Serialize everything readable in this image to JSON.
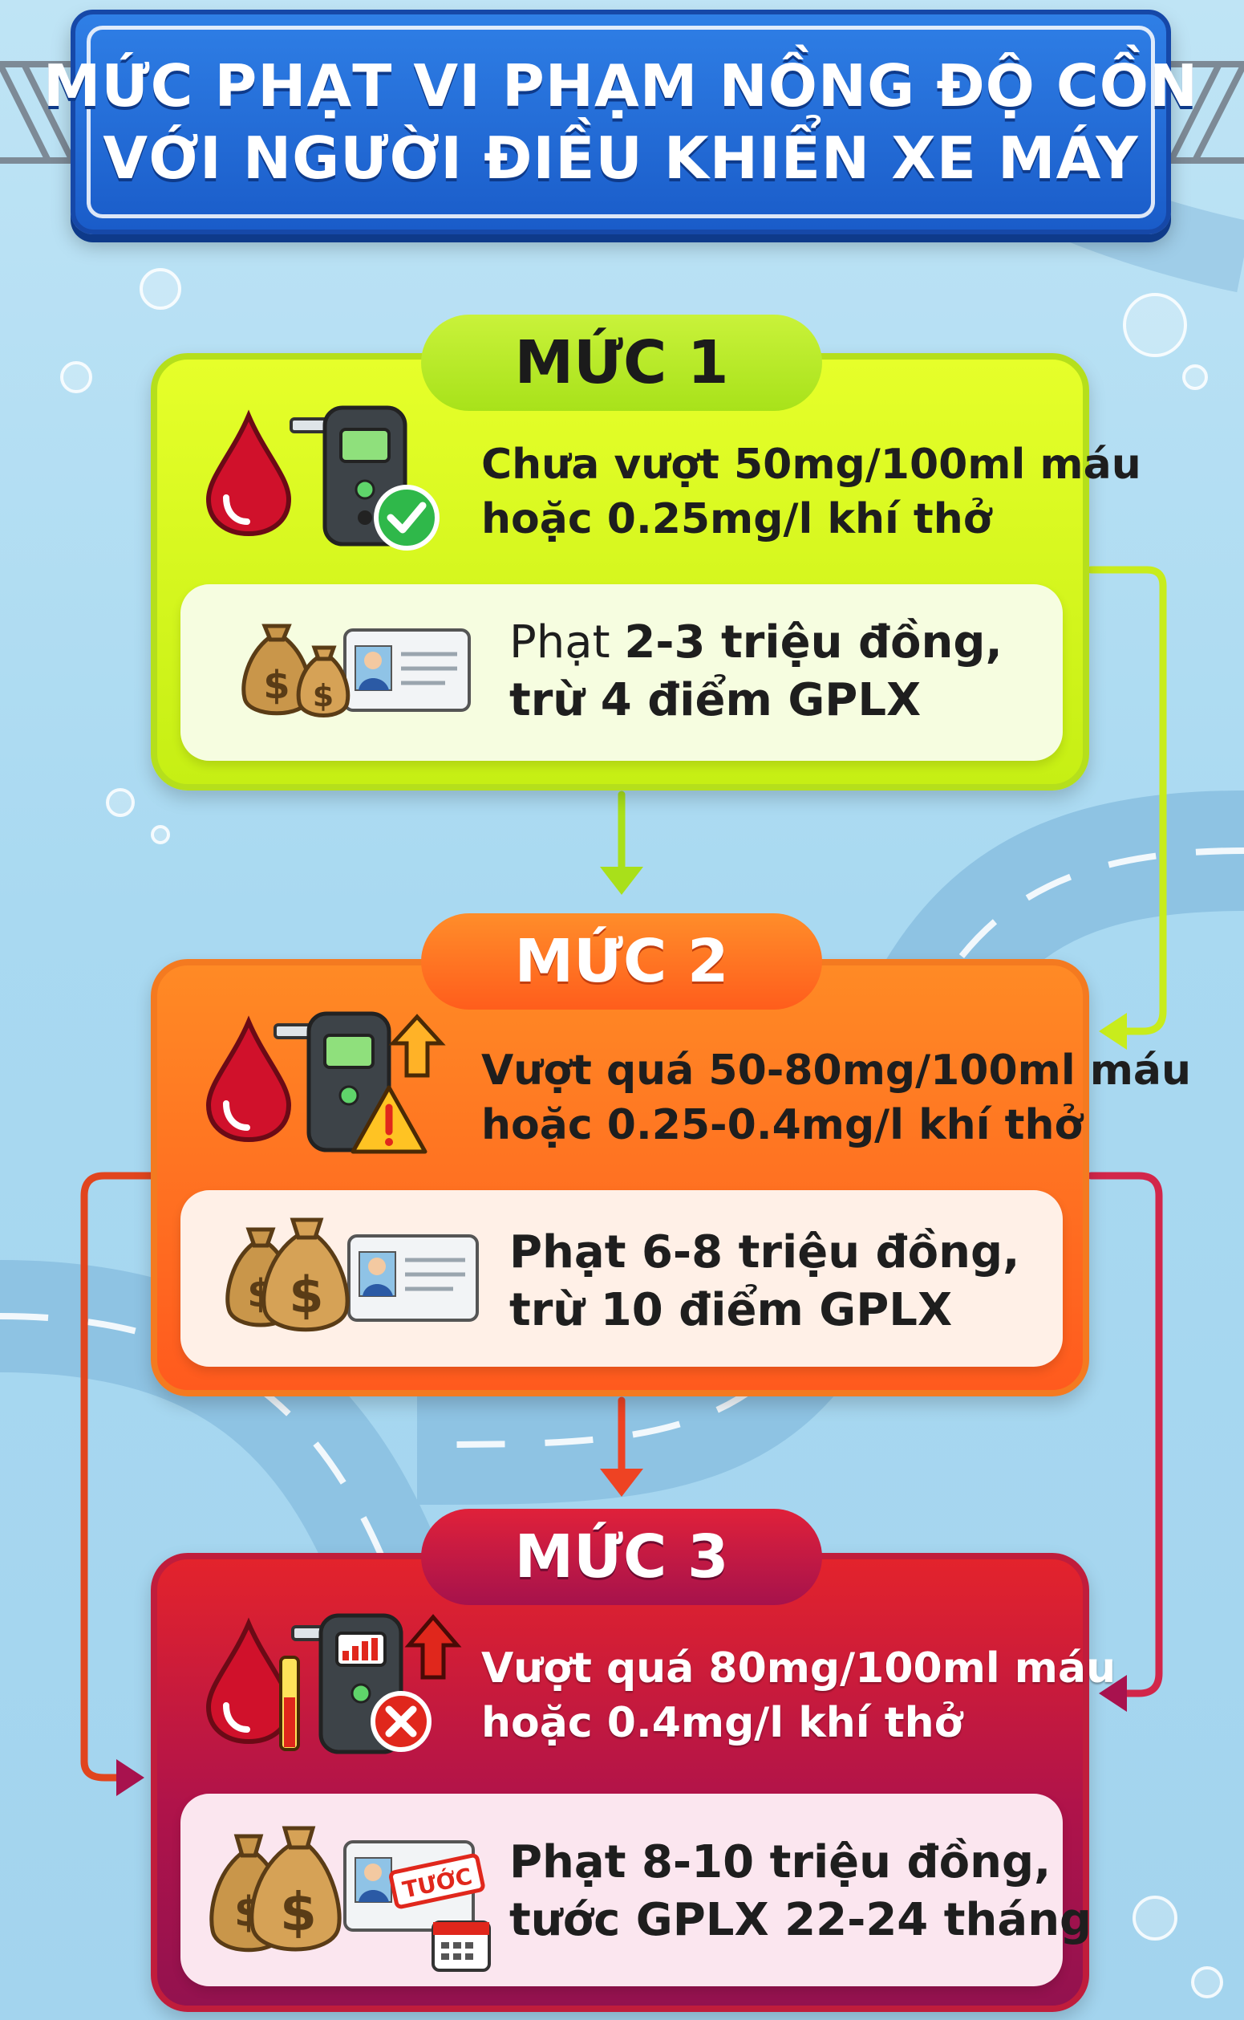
{
  "title": {
    "line1": "MỨC PHẠT VI PHẠM NỒNG ĐỘ CỒN",
    "line2": "VỚI NGƯỜI ĐIỀU KHIỂN XE MÁY"
  },
  "levels": [
    {
      "label": "MỨC 1",
      "condition_line1": "Chưa vượt 50mg/100ml máu",
      "condition_line2": "hoặc 0.25mg/l khí thở",
      "penalty_prefix": "Phạt ",
      "penalty_bold": "2-3 triệu đồng,",
      "penalty_line2": "trừ 4 điểm GPLX",
      "color": "#d4f51f"
    },
    {
      "label": "MỨC 2",
      "condition_line1": "Vượt quá 50-80mg/100ml máu",
      "condition_line2": "hoặc 0.25-0.4mg/l khí thở",
      "penalty_line1": "Phạt 6-8 triệu đồng,",
      "penalty_line2": "trừ 10 điểm GPLX",
      "color": "#ff6f20"
    },
    {
      "label": "MỨC 3",
      "condition_line1": "Vượt quá 80mg/100ml máu",
      "condition_line2": "hoặc 0.4mg/l khí thở",
      "penalty_line1": "Phạt 8-10 triệu đồng,",
      "penalty_line2": "tước GPLX 22-24 tháng",
      "stamp": "TƯỚC",
      "color": "#c0163f"
    }
  ]
}
